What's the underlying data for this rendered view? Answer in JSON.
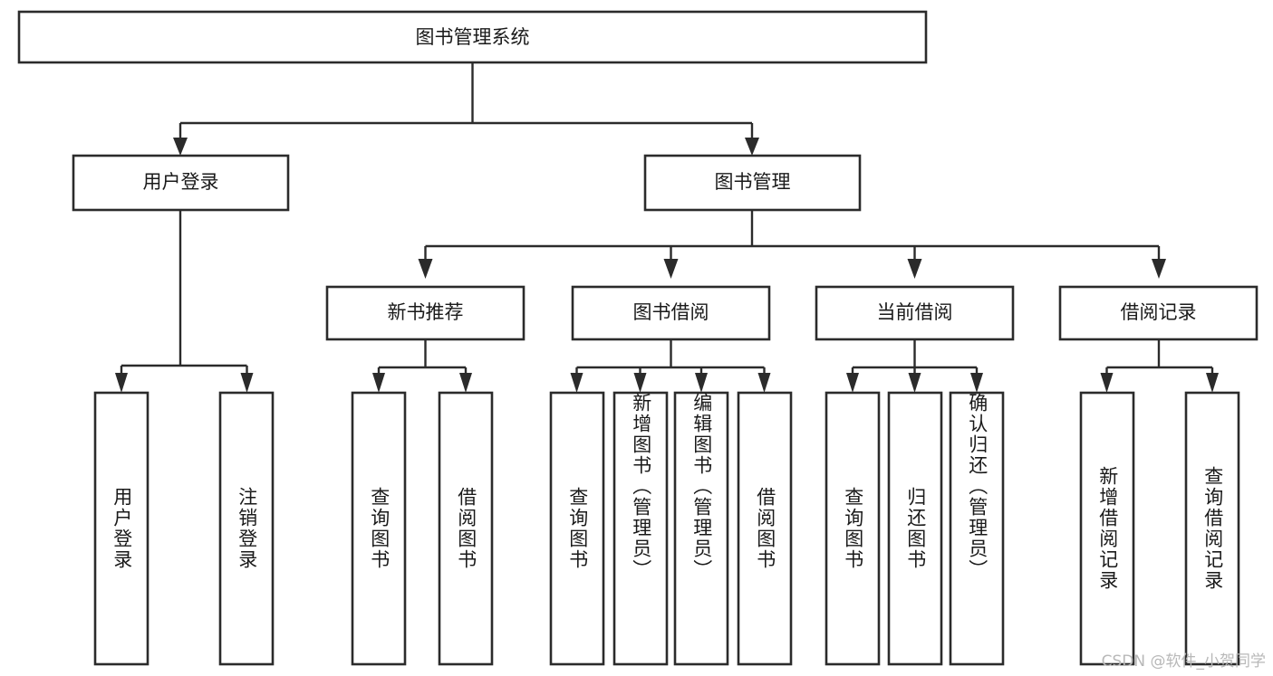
{
  "diagram": {
    "title": "图书管理系统",
    "type": "tree",
    "root": {
      "id": "root",
      "label": "图书管理系统"
    },
    "level2": [
      {
        "id": "user-login",
        "label": "用户登录"
      },
      {
        "id": "book-manage",
        "label": "图书管理"
      }
    ],
    "level3": [
      {
        "id": "new-book-rec",
        "label": "新书推荐",
        "parent": "book-manage"
      },
      {
        "id": "book-borrow",
        "label": "图书借阅",
        "parent": "book-manage"
      },
      {
        "id": "current-borrow",
        "label": "当前借阅",
        "parent": "book-manage"
      },
      {
        "id": "borrow-record",
        "label": "借阅记录",
        "parent": "book-manage"
      }
    ],
    "leaves": [
      {
        "id": "leaf-user-login",
        "label": "用户登录",
        "parent": "user-login"
      },
      {
        "id": "leaf-logout-login",
        "label": "注销登录",
        "parent": "user-login"
      },
      {
        "id": "leaf-query-book-1",
        "label": "查询图书",
        "parent": "new-book-rec"
      },
      {
        "id": "leaf-borrow-book-1",
        "label": "借阅图书",
        "parent": "new-book-rec"
      },
      {
        "id": "leaf-query-book-2",
        "label": "查询图书",
        "parent": "book-borrow"
      },
      {
        "id": "leaf-add-book",
        "label": "新增图书（管理员）",
        "parent": "book-borrow"
      },
      {
        "id": "leaf-edit-book",
        "label": "编辑图书（管理员）",
        "parent": "book-borrow"
      },
      {
        "id": "leaf-borrow-book-2",
        "label": "借阅图书",
        "parent": "book-borrow"
      },
      {
        "id": "leaf-query-book-3",
        "label": "查询图书",
        "parent": "current-borrow"
      },
      {
        "id": "leaf-return-book",
        "label": "归还图书",
        "parent": "current-borrow"
      },
      {
        "id": "leaf-confirm-return",
        "label": "确认归还（管理员）",
        "parent": "current-borrow"
      },
      {
        "id": "leaf-add-record",
        "label": "新增借阅记录",
        "parent": "borrow-record"
      },
      {
        "id": "leaf-query-record",
        "label": "查询借阅记录",
        "parent": "borrow-record"
      }
    ],
    "colors": {
      "stroke": "#2b2b2b",
      "fill": "#ffffff",
      "text": "#1a1a1a",
      "watermark": "#b8b8b8"
    }
  },
  "watermark": {
    "text": "CSDN @软件_小贺同学"
  }
}
